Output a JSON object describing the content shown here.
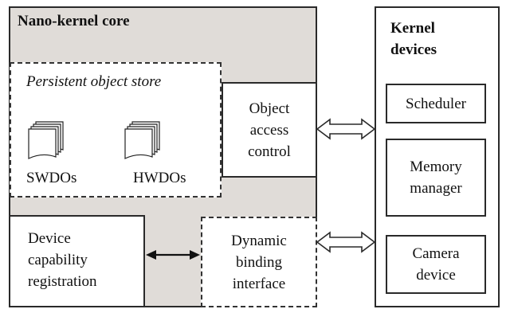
{
  "core": {
    "title": "Nano-kernel core",
    "persistent_store": {
      "title": "Persistent object store",
      "items": [
        {
          "label": "SWDOs",
          "icon": "document-stack-icon"
        },
        {
          "label": "HWDOs",
          "icon": "document-stack-icon"
        }
      ]
    },
    "object_access_control": [
      "Object",
      "access",
      "control"
    ],
    "device_capability_registration": [
      "Device",
      "capability",
      "registration"
    ],
    "dynamic_binding_interface": [
      "Dynamic",
      "binding",
      "interface"
    ]
  },
  "kernel_devices": {
    "title": [
      "Kernel",
      "devices"
    ],
    "scheduler": "Scheduler",
    "memory_manager": [
      "Memory",
      "manager"
    ],
    "camera_device": [
      "Camera",
      "device"
    ]
  },
  "colors": {
    "core_fill": "#e0dcd8",
    "line": "#2a2a2a"
  }
}
